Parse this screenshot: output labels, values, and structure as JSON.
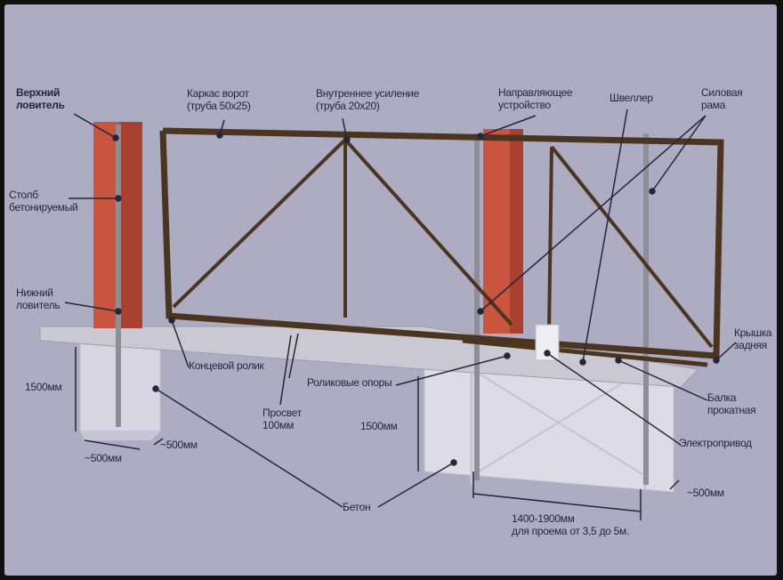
{
  "labels": {
    "upper_catcher": [
      "Верхний",
      "ловитель"
    ],
    "frame": [
      "Каркас ворот",
      "(труба 50x25)"
    ],
    "inner_reinforcement": [
      "Внутреннее усиление",
      "(труба 20x20)"
    ],
    "guide_device": [
      "Направляющее",
      "устройство"
    ],
    "channel": "Швеллер",
    "power_frame": [
      "Силовая",
      "рама"
    ],
    "post": [
      "Столб",
      "бетонируемый"
    ],
    "lower_catcher": [
      "Нижний",
      "ловитель"
    ],
    "back_cover": [
      "Крышка",
      "задняя"
    ],
    "end_roller": "Концевой ролик",
    "roller_supports": "Роликовые опоры",
    "clearance": [
      "Просвет",
      "100мм"
    ],
    "rolled_beam": [
      "Балка",
      "прокатная"
    ],
    "electric_drive": "Электропривод",
    "concrete": "Бетон",
    "dim_depth_left": "1500мм",
    "dim_depth_right": "1500мм",
    "dim_width_left_a": "~500мм",
    "dim_width_left_b": "~500мм",
    "dim_width_right": "~500мм",
    "dim_length": [
      "1400-1900мм",
      "для проема от 3,5 до 5м."
    ]
  },
  "colors": {
    "background": "#adacc3",
    "frame": "#4a3520",
    "brick": "#c9553e",
    "concrete": "#d9d8e4"
  }
}
